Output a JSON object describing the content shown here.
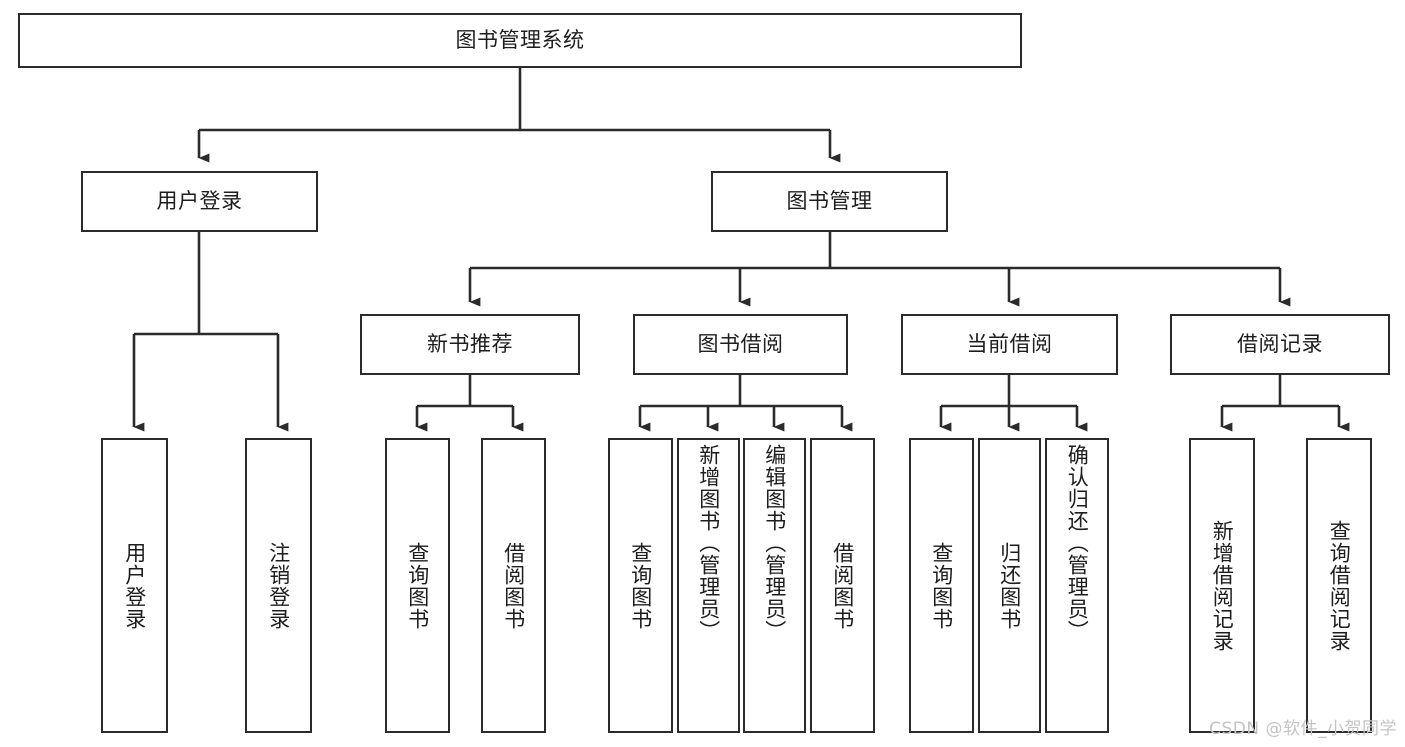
{
  "diagram": {
    "type": "tree-hierarchy",
    "title": "图书管理系统",
    "root": {
      "label": "图书管理系统"
    },
    "level1": [
      {
        "id": "user-login",
        "label": "用户登录"
      },
      {
        "id": "book-management",
        "label": "图书管理"
      }
    ],
    "level2": [
      {
        "id": "new-book-recommend",
        "label": "新书推荐",
        "parent": "book-management"
      },
      {
        "id": "book-borrow",
        "label": "图书借阅",
        "parent": "book-management"
      },
      {
        "id": "current-borrow",
        "label": "当前借阅",
        "parent": "book-management"
      },
      {
        "id": "borrow-record",
        "label": "借阅记录",
        "parent": "book-management"
      }
    ],
    "leaves": {
      "user-login": [
        {
          "id": "leaf-user-login",
          "label": "用户登录"
        },
        {
          "id": "leaf-logout-login",
          "label": "注销登录"
        }
      ],
      "new-book-recommend": [
        {
          "id": "leaf-query-book-1",
          "label": "查询图书"
        },
        {
          "id": "leaf-borrow-book-1",
          "label": "借阅图书"
        }
      ],
      "book-borrow": [
        {
          "id": "leaf-query-book-2",
          "label": "查询图书"
        },
        {
          "id": "leaf-add-book-admin",
          "label": "新增图书（管理员）"
        },
        {
          "id": "leaf-edit-book-admin",
          "label": "编辑图书（管理员）"
        },
        {
          "id": "leaf-borrow-book-2",
          "label": "借阅图书"
        }
      ],
      "current-borrow": [
        {
          "id": "leaf-query-book-3",
          "label": "查询图书"
        },
        {
          "id": "leaf-return-book",
          "label": "归还图书"
        },
        {
          "id": "leaf-confirm-return-admin",
          "label": "确认归还（管理员）"
        }
      ],
      "borrow-record": [
        {
          "id": "leaf-add-borrow-record",
          "label": "新增借阅记录"
        },
        {
          "id": "leaf-query-borrow-record",
          "label": "查询借阅记录"
        }
      ]
    },
    "watermark": "CSDN @软件_小贺同学",
    "colors": {
      "stroke": "#2b2b2b",
      "fill": "#ffffff",
      "text": "#1d1d1d",
      "watermark": "#c4c4c4"
    }
  }
}
